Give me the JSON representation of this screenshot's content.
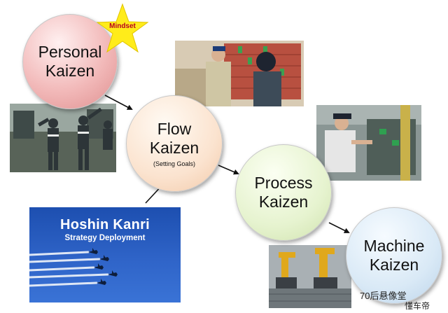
{
  "star_label": "Mindset",
  "nodes": {
    "personal": {
      "line1": "Personal",
      "line2": "Kaizen"
    },
    "flow": {
      "line1": "Flow",
      "line2": "Kaizen",
      "sub": "(Setting Goals)"
    },
    "process": {
      "line1": "Process",
      "line2": "Kaizen"
    },
    "machine": {
      "line1": "Machine",
      "line2": "Kaizen"
    }
  },
  "hoshin": {
    "title": "Hoshin Kanri",
    "subtitle": "Strategy Deployment"
  },
  "watermark": {
    "text": "70后悬像堂",
    "text2": "懂车帝"
  },
  "colors": {
    "hoshin_blue": "#2f64c8",
    "star_yellow": "#ffec1a"
  }
}
